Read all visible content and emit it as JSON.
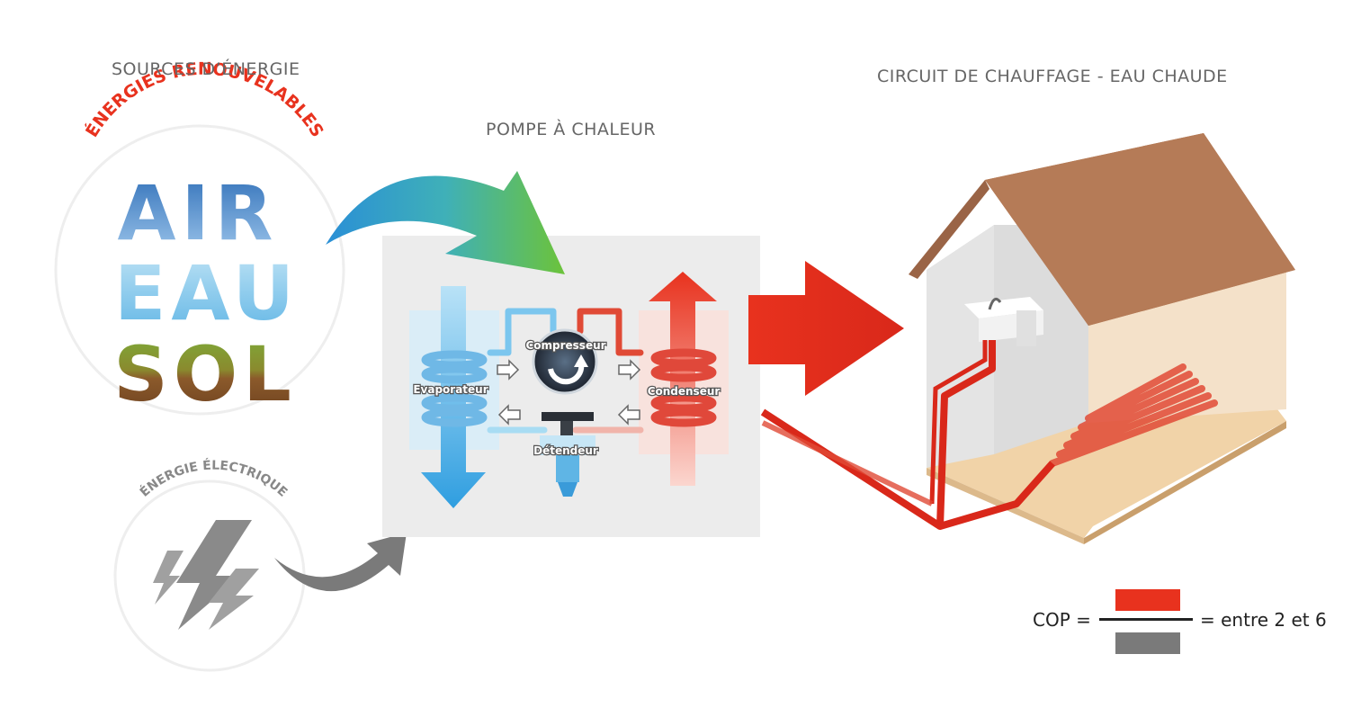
{
  "headers": {
    "sources": "SOURCES D’ÉNERGIE",
    "heat_pump": "POMPE À CHALEUR",
    "heating_circuit": "CIRCUIT DE CHAUFFAGE - EAU CHAUDE"
  },
  "renewables": {
    "arc_label": "ÉNERGIES RENOUVELABLES",
    "words": [
      "AIR",
      "EAU",
      "SOL"
    ]
  },
  "electric": {
    "arc_label": "ÉNERGIE ÉLECTRIQUE"
  },
  "components": {
    "compressor": "Compresseur",
    "evaporator": "Evaporateur",
    "condenser": "Condenseur",
    "expansion_valve": "Détendeur"
  },
  "cop": {
    "label": "COP =",
    "result": "= entre 2 et 6"
  },
  "colors": {
    "hot": "#e8321e",
    "cold": "#3a9bd9",
    "grey": "#7a7a7a",
    "roof": "#b57b57",
    "floor": "#f1d3a8"
  }
}
